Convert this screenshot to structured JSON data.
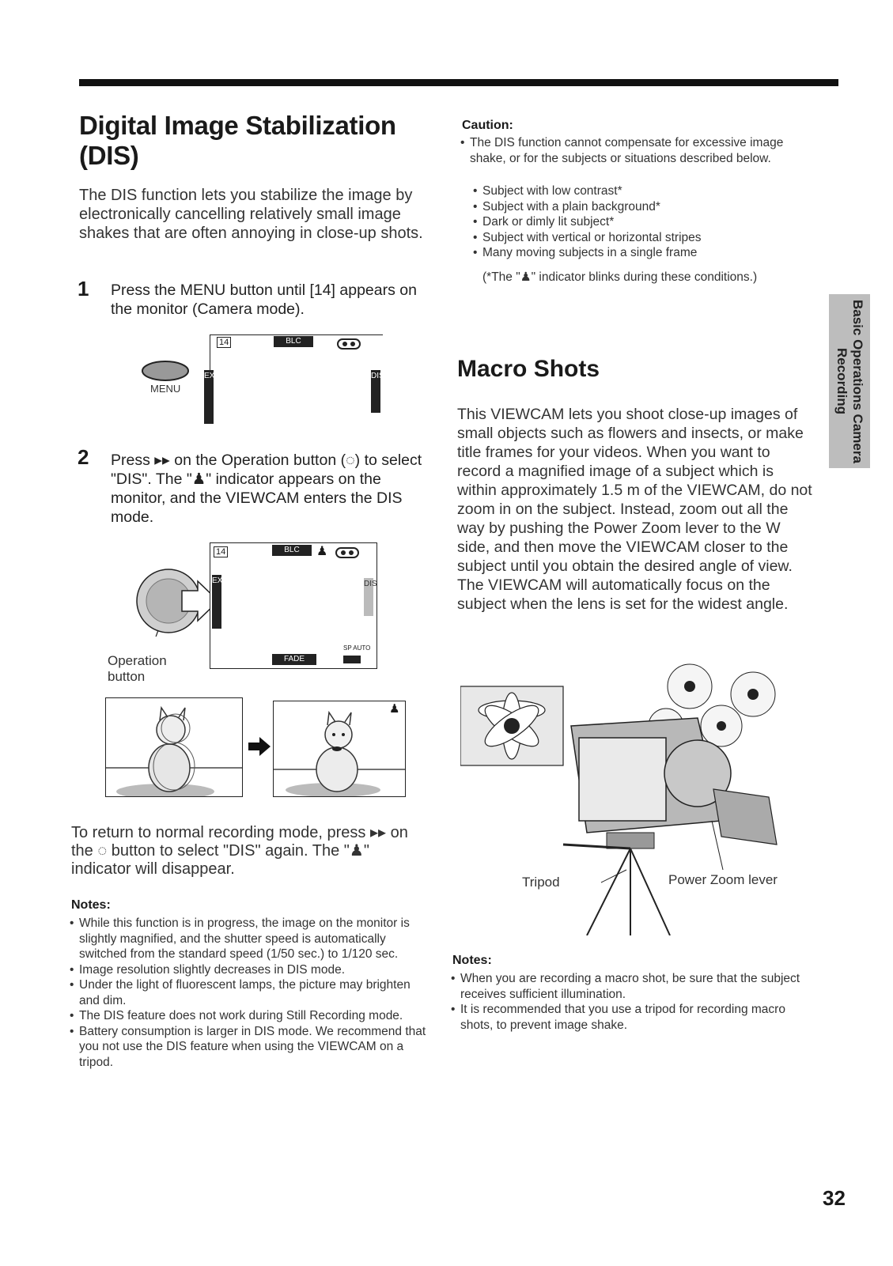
{
  "left": {
    "title_line1": "Digital Image Stabilization",
    "title_line2": "(DIS)",
    "intro": "The DIS function lets you stabilize the image by electronically cancelling relatively small image shakes that are often annoying in close-up shots.",
    "steps": [
      {
        "number": "1",
        "text": "Press the MENU button until [14] appears on the monitor (Camera mode)."
      },
      {
        "number": "2",
        "text": "Press ▸▸ on the Operation button (◌) to select \"DIS\". The \"♟\" indicator appears on the monitor, and the VIEWCAM enters the DIS mode."
      }
    ],
    "diagram1": {
      "menu_label": "MENU",
      "icon_14": "14",
      "blc": "BLC",
      "extend": "EXTEND",
      "dis": "DIS"
    },
    "diagram2": {
      "icon_14": "14",
      "blc": "BLC",
      "extend": "EXTEND",
      "dis": "DIS",
      "sp_auto": "SP AUTO",
      "fade": "FADE",
      "operation_label": "Operation button"
    },
    "return_text": "To return to normal recording mode, press ▸▸ on the ◌ button to select \"DIS\" again. The \"♟\" indicator will disappear.",
    "notes_heading": "Notes:",
    "notes": [
      "While this function is in progress, the image on the monitor is slightly magnified, and the shutter speed is automatically switched from the standard speed (1/50 sec.) to 1/120 sec.",
      "Image resolution slightly decreases in DIS mode.",
      "Under the light of fluorescent lamps, the picture may brighten and dim.",
      "The DIS feature does not work during Still Recording mode.",
      "Battery consumption is larger in DIS mode. We recommend that you not use the DIS feature when using the VIEWCAM on a tripod."
    ]
  },
  "right": {
    "caution_heading": "Caution:",
    "caution_text": "The DIS function cannot compensate for excessive image shake, or for the subjects or situations described below.",
    "caution_items": [
      "Subject with low contrast*",
      "Subject with a plain background*",
      "Dark or dimly lit subject*",
      "Subject with vertical or horizontal stripes",
      "Many moving subjects in a single frame"
    ],
    "caution_footnote": "(*The \"♟\" indicator blinks during these conditions.)",
    "macro_title": "Macro Shots",
    "macro_text": "This VIEWCAM lets you shoot close-up images of small objects such as flowers and insects, or make title frames for your videos. When you want to record a magnified image of a subject which is within approximately 1.5 m of the VIEWCAM, do not zoom in on the subject. Instead, zoom out all the way by pushing the Power Zoom lever to the W side, and then move the VIEWCAM closer to the subject until you obtain the desired angle of view. The VIEWCAM will automatically focus on the subject when the lens is set for the widest angle.",
    "tripod_label": "Tripod",
    "zoom_label": "Power Zoom lever",
    "notes_heading": "Notes:",
    "notes": [
      "When you are recording a macro shot, be sure that the subject receives sufficient illumination.",
      "It is recommended that you use a tripod for recording macro shots, to prevent image shake."
    ]
  },
  "side_tab": "Basic Operations Camera Recording",
  "page_number": "32"
}
